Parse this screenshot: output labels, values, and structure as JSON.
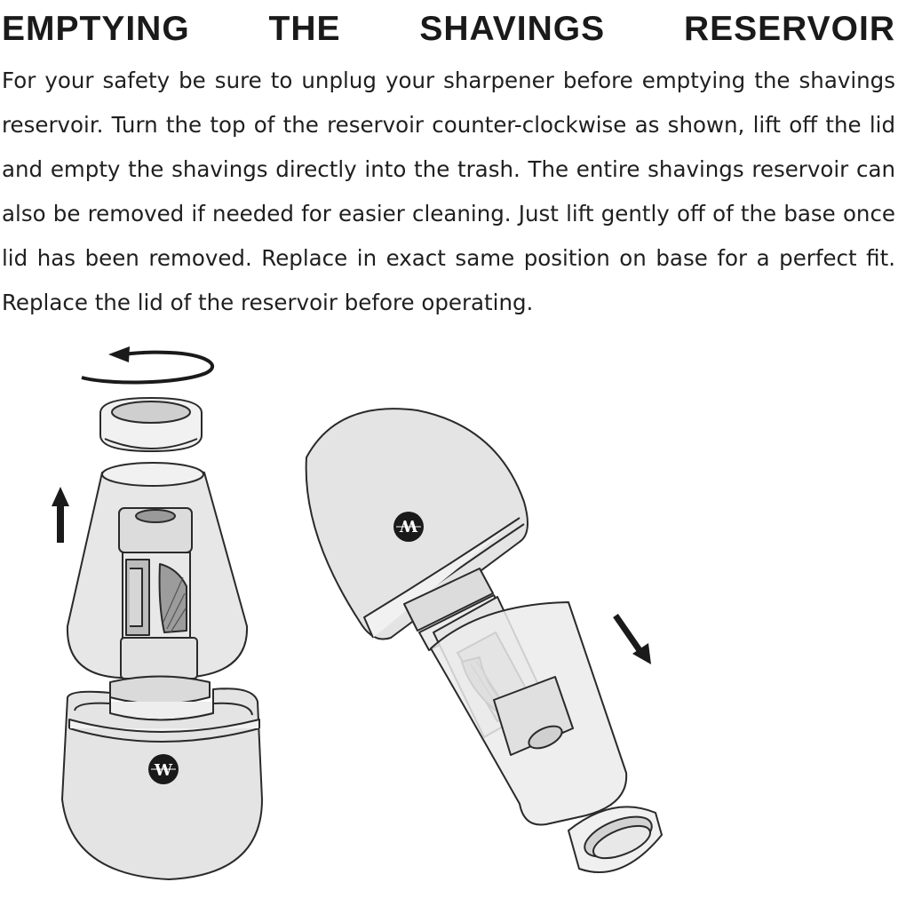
{
  "heading": {
    "words": [
      "EMPTYING",
      "THE",
      "SHAVINGS",
      "RESERVOIR"
    ]
  },
  "body": {
    "lines": [
      "For your safety be sure to unplug your sharpener before emptying the shavings",
      "reservoir. Turn the top of the reservoir counter-clockwise as shown, lift off the lid",
      "and empty the shavings directly into the trash. The entire shavings reservoir can",
      "also be removed if needed for easier cleaning. Just lift gently off of the base once",
      "lid has been removed. Replace in exact same position on base for a perfect fit.",
      "Replace the lid of the reservoir before operating."
    ]
  },
  "illustration": {
    "left_logo_letter": "W",
    "right_logo_letter": "W",
    "icons": [
      "rotate-counterclockwise-arrow-icon",
      "up-arrow-icon",
      "down-right-arrow-icon"
    ],
    "colors": {
      "outline": "#2a2a2a",
      "body_fill": "#e6e6e6",
      "light_fill": "#f1f1f1",
      "dark_fill": "#cfcfcf",
      "logo_fill": "#1a1a1a"
    }
  }
}
